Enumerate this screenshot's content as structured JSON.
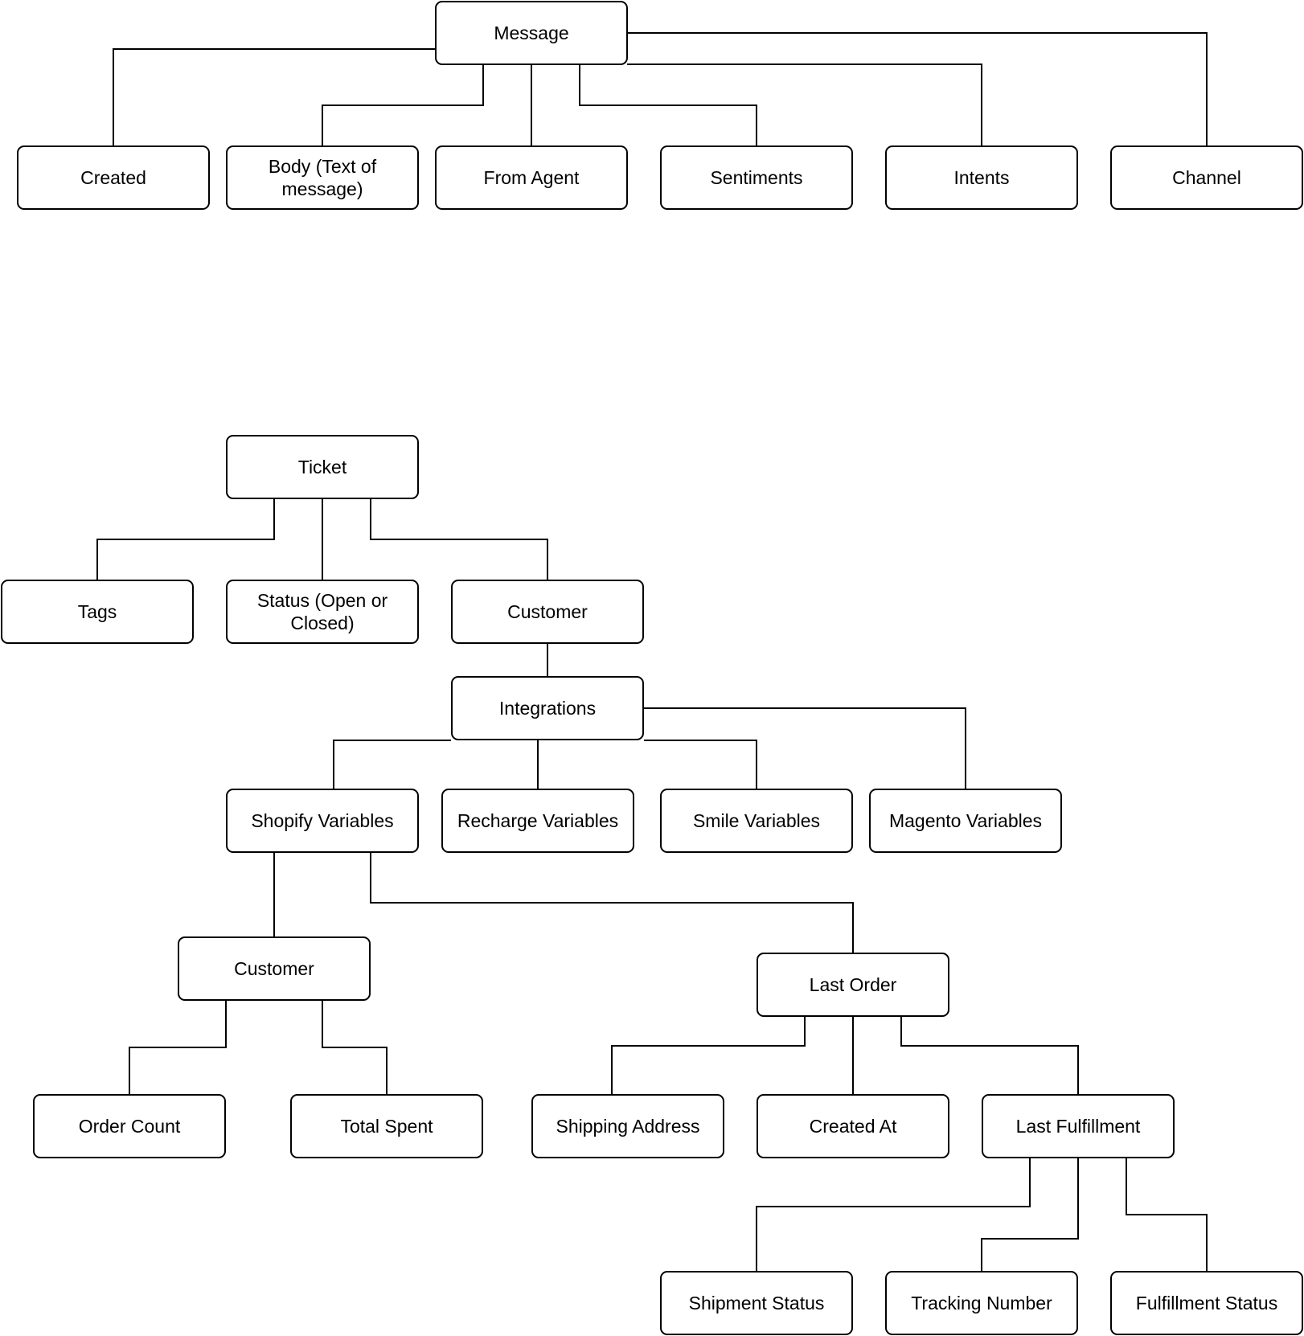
{
  "nodes": {
    "message": "Message",
    "created": "Created",
    "body": "Body (Text of message)",
    "from_agent": "From Agent",
    "sentiments": "Sentiments",
    "intents": "Intents",
    "channel": "Channel",
    "ticket": "Ticket",
    "tags": "Tags",
    "status": "Status (Open or Closed)",
    "ticket_customer": "Customer",
    "integrations": "Integrations",
    "shopify_variables": "Shopify Variables",
    "recharge_variables": "Recharge Variables",
    "smile_variables": "Smile Variables",
    "magento_variables": "Magento Variables",
    "shopify_customer": "Customer",
    "last_order": "Last Order",
    "order_count": "Order Count",
    "total_spent": "Total Spent",
    "shipping_address": "Shipping Address",
    "created_at": "Created At",
    "last_fulfillment": "Last Fulfillment",
    "shipment_status": "Shipment Status",
    "tracking_number": "Tracking Number",
    "fulfillment_status": "Fulfillment Status"
  }
}
